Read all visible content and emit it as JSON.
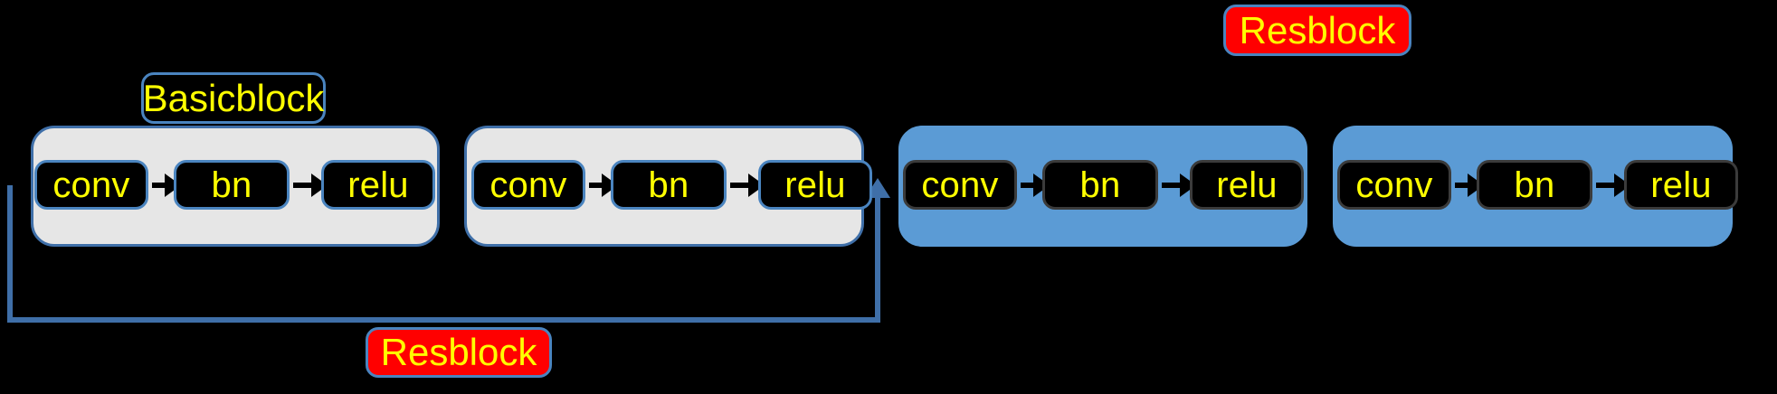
{
  "diagram": {
    "title": "Basicblock and Resblock architecture",
    "background_color": "#000000",
    "accent_blue": "#5b9bd5",
    "border_blue": "#3f6fa8",
    "label_yellow": "#ffff00",
    "resblock_red": "#ff0000",
    "light_container": "#e6e6e6"
  },
  "stages": [
    {
      "id": "stage-1",
      "style": "light",
      "ops": [
        {
          "label": "conv"
        },
        {
          "label": "bn"
        },
        {
          "label": "relu"
        }
      ]
    },
    {
      "id": "stage-2",
      "style": "light",
      "ops": [
        {
          "label": "conv"
        },
        {
          "label": "bn"
        },
        {
          "label": "relu"
        }
      ]
    },
    {
      "id": "stage-3",
      "style": "blue",
      "ops": [
        {
          "label": "conv"
        },
        {
          "label": "bn"
        },
        {
          "label": "relu"
        }
      ]
    },
    {
      "id": "stage-4",
      "style": "blue",
      "ops": [
        {
          "label": "conv"
        },
        {
          "label": "bn"
        },
        {
          "label": "relu"
        }
      ]
    }
  ],
  "badges": {
    "basicblock": "Basicblock",
    "resblock_top": "Resblock",
    "resblock_bottom": "Resblock"
  }
}
